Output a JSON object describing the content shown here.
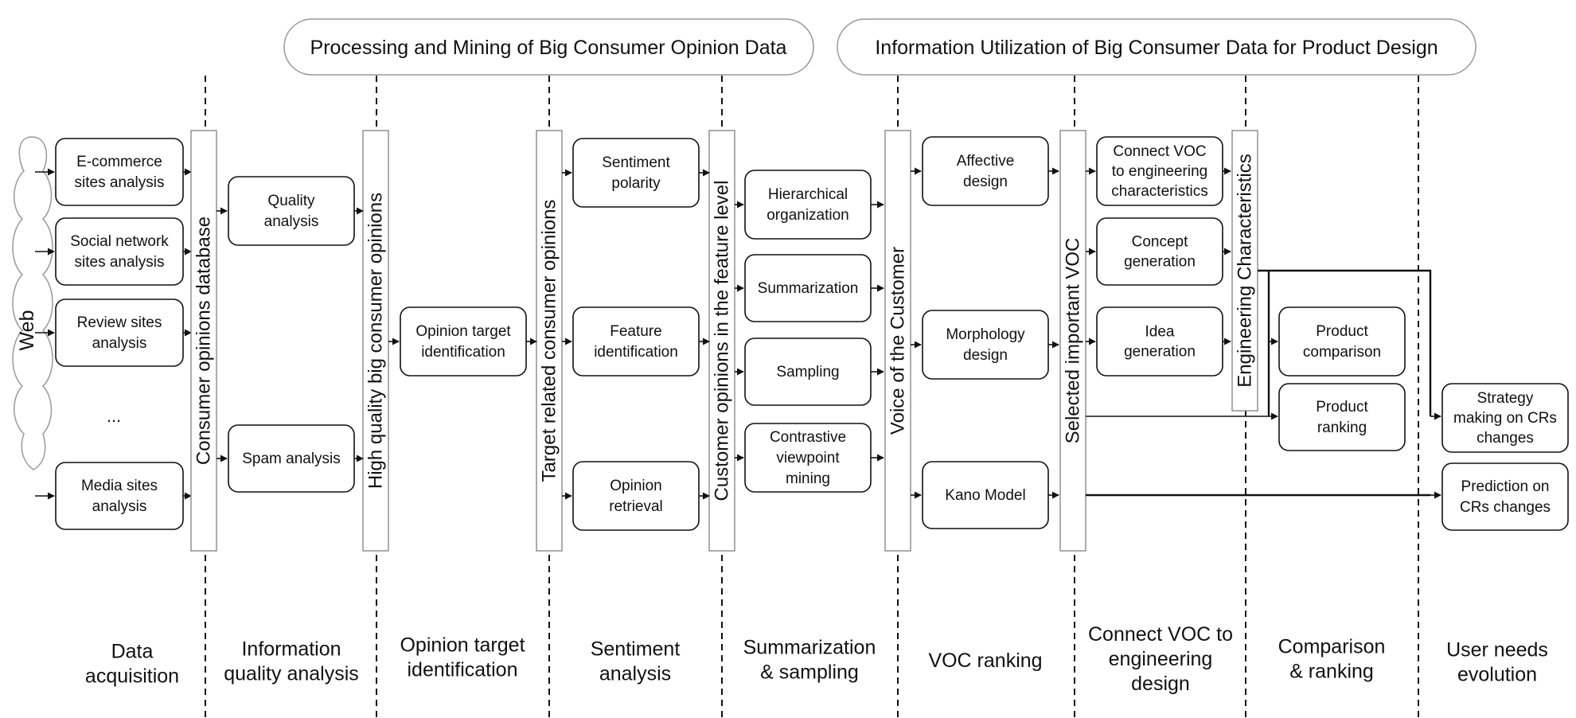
{
  "headers": {
    "left": "Processing and Mining of Big Consumer Opinion Data",
    "right": "Information Utilization of Big Consumer Data for Product Design"
  },
  "web_label": "Web",
  "acquisition_items": [
    [
      "E-commerce",
      "sites analysis"
    ],
    [
      "Social network",
      "sites analysis"
    ],
    [
      "Review sites",
      "analysis"
    ],
    [
      "..."
    ],
    [
      "Media sites",
      "analysis"
    ]
  ],
  "bars": {
    "consumer_db": "Consumer opinions database",
    "high_quality": "High quality big consumer opinions",
    "target_related": "Target related consumer opinions",
    "feature_level": "Customer opinions in the feature level",
    "voc": "Voice of the Customer",
    "selected_voc": "Selected important VOC",
    "engineering": "Engineering Characteristics"
  },
  "quality_items": [
    [
      "Quality",
      "analysis"
    ],
    [
      "Spam analysis"
    ]
  ],
  "target_item": [
    "Opinion target",
    "identification"
  ],
  "sentiment_items": [
    [
      "Sentiment",
      "polarity"
    ],
    [
      "Feature",
      "identification"
    ],
    [
      "Opinion",
      "retrieval"
    ]
  ],
  "summarization_items": [
    [
      "Hierarchical",
      "organization"
    ],
    [
      "Summarization"
    ],
    [
      "Sampling"
    ],
    [
      "Contrastive",
      "viewpoint",
      "mining"
    ]
  ],
  "voc_items": [
    [
      "Affective",
      "design"
    ],
    [
      "Morphology",
      "design"
    ],
    [
      "Kano Model"
    ]
  ],
  "connect_items": [
    [
      "Connect VOC",
      "to engineering",
      "characteristics"
    ],
    [
      "Concept",
      "generation"
    ],
    [
      "Idea",
      "generation"
    ]
  ],
  "comparison_items": [
    [
      "Product",
      "comparison"
    ],
    [
      "Product",
      "ranking"
    ]
  ],
  "evolution_items": [
    [
      "Strategy",
      "making  on CRs",
      "changes"
    ],
    [
      "Prediction  on",
      "CRs changes"
    ]
  ],
  "stages": [
    [
      "Data",
      "acquisition"
    ],
    [
      "Information",
      "quality analysis"
    ],
    [
      "Opinion target",
      "identification"
    ],
    [
      "Sentiment",
      "analysis"
    ],
    [
      "Summarization",
      "& sampling"
    ],
    [
      "VOC ranking"
    ],
    [
      "Connect VOC to",
      "engineering",
      "design"
    ],
    [
      "Comparison",
      "& ranking"
    ],
    [
      "User needs",
      "evolution"
    ]
  ]
}
